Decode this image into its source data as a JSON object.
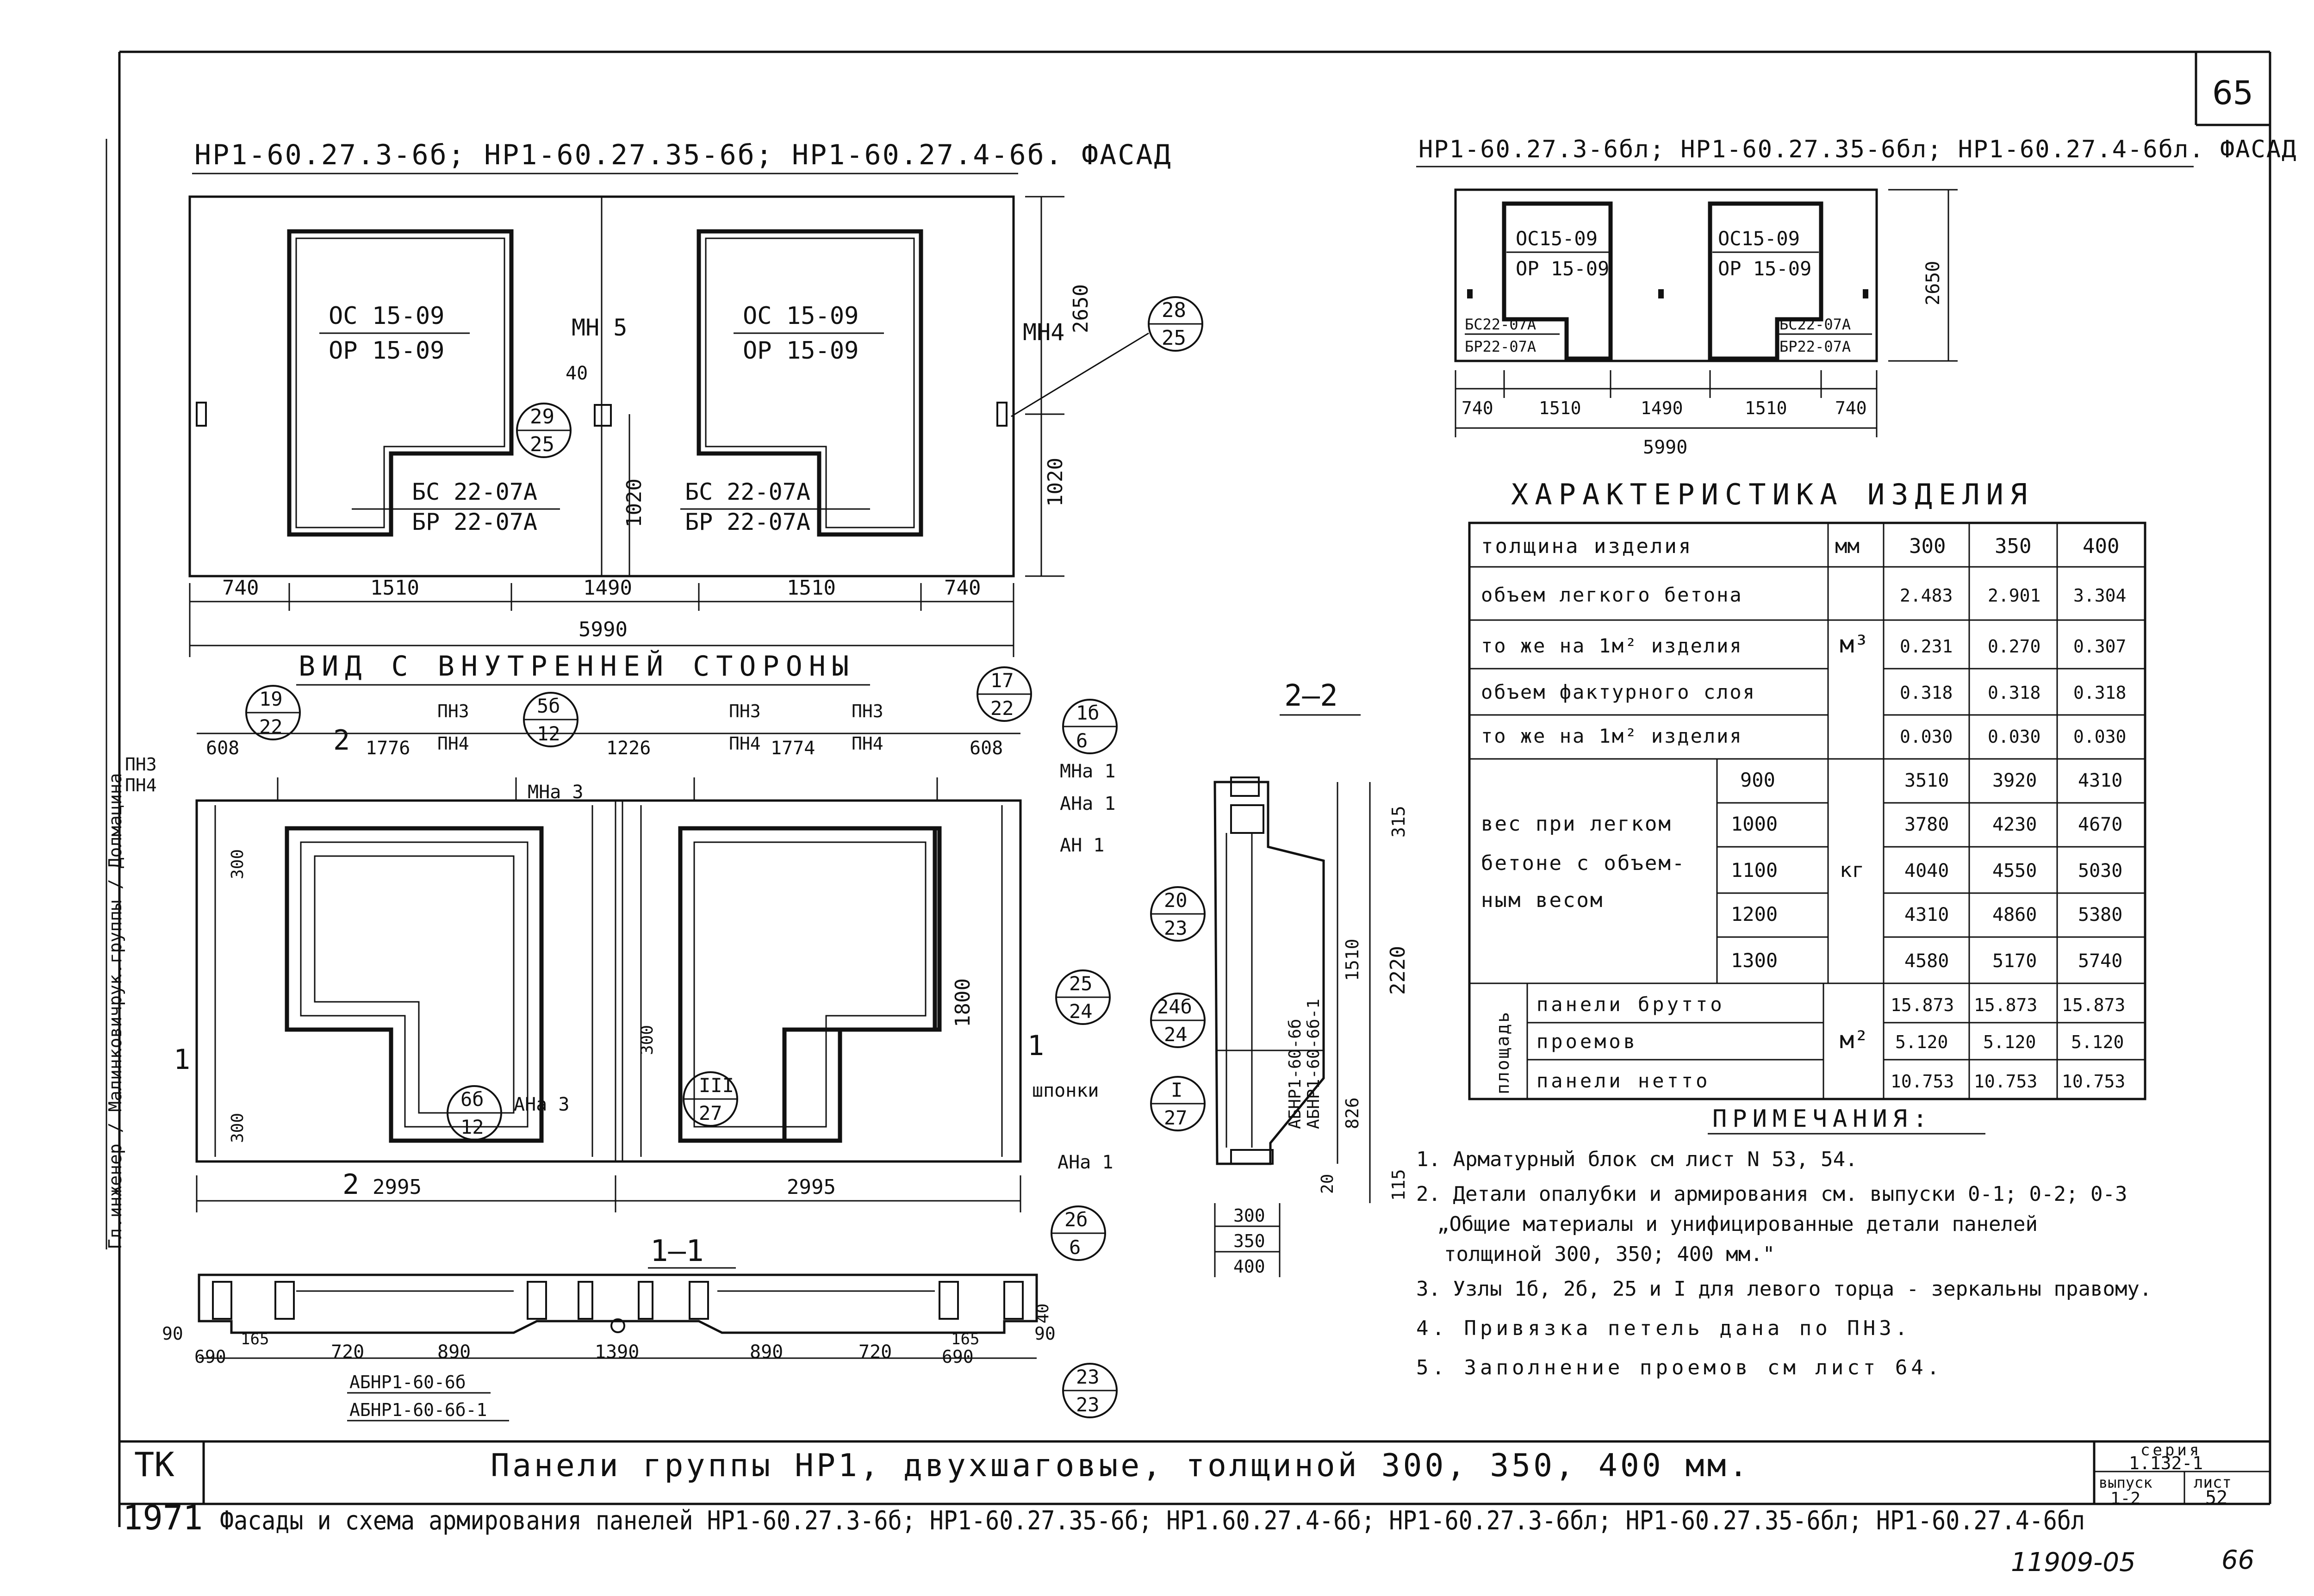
{
  "sheet": {
    "page_number": "65",
    "stamp_left": "ТК",
    "year": "1971",
    "title_main": "Панели группы НР1, двухшаговые, толщиной 300, 350, 400 мм.",
    "title_sub": "Фасады и схема армирования панелей НР1-60.27.3-6б; НР1-60.27.35-6б; НР1.60.27.4-6б; НР1-60.27.3-6бл; НР1-60.27.35-6бл; НР1-60.27.4-6бл",
    "series_label": "серия",
    "series_value": "1.132-1",
    "issue_label": "выпуск",
    "issue_value": "1-2",
    "sheet_label": "лист",
    "sheet_value": "52",
    "doc_code": "11909-05",
    "page_bottom": "66",
    "side_signatures": "Гл.инженер / Малинковичрук.группы / Долмацина"
  },
  "facade_left": {
    "title": "НР1-60.27.3-6б; НР1-60.27.35-6б; НР1-60.27.4-6б. ФАСАД",
    "opening_labels": [
      "ОС 15-09",
      "ОР 15-09"
    ],
    "door_labels": [
      "БС 22-07А",
      "БР 22-07А"
    ],
    "mark_mn5": "МН 5",
    "mark_mn4": "МН4",
    "dim_40": "40",
    "dim_height": "2650",
    "dim_1020a": "1020",
    "dim_1020b": "1020",
    "dims_bottom": [
      "740",
      "1510",
      "1490",
      "1510",
      "740"
    ],
    "dim_total": "5990",
    "callout_28_25": [
      "28",
      "25"
    ],
    "callout_29_25": [
      "29",
      "25"
    ]
  },
  "facade_right": {
    "title": "НР1-60.27.3-6бл; НР1-60.27.35-6бл; НР1-60.27.4-6бл. ФАСАД",
    "opening_labels": [
      "ОС15-09",
      "ОР 15-09"
    ],
    "door_labels": [
      "БС22-07А",
      "БР22-07А"
    ],
    "dim_height": "2650",
    "dims_bottom": [
      "740",
      "1510",
      "1490",
      "1510",
      "740"
    ],
    "dim_total": "5990"
  },
  "inner_view": {
    "title": "ВИД С ВНУТРЕННЕЙ СТОРОНЫ",
    "dims_top": [
      "608",
      "1776",
      "1226",
      "1774",
      "608"
    ],
    "loop_labels": [
      "ПН3",
      "ПН4"
    ],
    "marks": [
      "МНа 3",
      "МНа 1",
      "АНа 1",
      "АН 1",
      "АНа 3",
      "шпонки",
      "АНа 1"
    ],
    "dims_side": [
      "300",
      "300",
      "300",
      "1800"
    ],
    "dims_bottom": [
      "2995",
      "2995"
    ],
    "callouts": [
      [
        "19",
        "22"
      ],
      [
        "5б",
        "12"
      ],
      [
        "17",
        "22"
      ],
      [
        "1б",
        "6"
      ],
      [
        "25",
        "24"
      ],
      [
        "6б",
        "12"
      ],
      [
        "III",
        "27"
      ],
      [
        "I",
        "27"
      ],
      [
        "2б",
        "6"
      ]
    ],
    "section_marks": [
      "1",
      "1",
      "2",
      "2"
    ]
  },
  "section_1_1": {
    "title": "1—1",
    "dims": [
      "90",
      "165",
      "690",
      "720",
      "890",
      "1390",
      "890",
      "720",
      "165",
      "690",
      "40",
      "90"
    ],
    "labels": [
      "АБНР1-60-6б",
      "АБНР1-60-6б-1"
    ],
    "callout": [
      "23",
      "23"
    ]
  },
  "section_2_2": {
    "title": "2—2",
    "labels": [
      "АБНР1-60-6б",
      "АБНР1-60-6б-1"
    ],
    "dims_right": [
      "315",
      "1510",
      "2220",
      "826",
      "115"
    ],
    "dims_bottom": [
      "300",
      "350",
      "400",
      "20"
    ],
    "callouts": [
      [
        "20",
        "23"
      ],
      [
        "24б",
        "24"
      ]
    ]
  },
  "characteristics": {
    "title": "ХАРАКТЕРИСТИКА ИЗДЕЛИЯ",
    "header": [
      "толщина изделия",
      "мм",
      "300",
      "350",
      "400"
    ],
    "rows": [
      {
        "label": "объем легкого бетона",
        "unit": "м³",
        "values": [
          "2.483",
          "2.901",
          "3.304"
        ]
      },
      {
        "label": "то же на 1м² изделия",
        "unit": "",
        "values": [
          "0.231",
          "0.270",
          "0.307"
        ]
      },
      {
        "label": "объем фактурного слоя",
        "unit": "",
        "values": [
          "0.318",
          "0.318",
          "0.318"
        ]
      },
      {
        "label": "то же на 1м² изделия",
        "unit": "",
        "values": [
          "0.030",
          "0.030",
          "0.030"
        ]
      }
    ],
    "weight_label": [
      "вес при легком",
      "бетоне с объем-",
      "ным весом"
    ],
    "weight_unit": "кг",
    "weight_rows": [
      {
        "density": "900",
        "values": [
          "3510",
          "3920",
          "4310"
        ]
      },
      {
        "density": "1000",
        "values": [
          "3780",
          "4230",
          "4670"
        ]
      },
      {
        "density": "1100",
        "values": [
          "4040",
          "4550",
          "5030"
        ]
      },
      {
        "density": "1200",
        "values": [
          "4310",
          "4860",
          "5380"
        ]
      },
      {
        "density": "1300",
        "values": [
          "4580",
          "5170",
          "5740"
        ]
      }
    ],
    "area_label": "площадь",
    "area_unit": "м²",
    "area_rows": [
      {
        "label": "панели брутто",
        "values": [
          "15.873",
          "15.873",
          "15.873"
        ]
      },
      {
        "label": "проемов",
        "values": [
          "5.120",
          "5.120",
          "5.120"
        ]
      },
      {
        "label": "панели нетто",
        "values": [
          "10.753",
          "10.753",
          "10.753"
        ]
      }
    ]
  },
  "notes": {
    "title": "ПРИМЕЧАНИЯ:",
    "items": [
      "1. Арматурный блок см лист N 53, 54.",
      "2. Детали опалубки и армирования см. выпуски 0-1; 0-2; 0-3",
      "„Общие материалы и унифицированные детали панелей",
      "толщиной 300, 350; 400 мм.\"",
      "3. Узлы 1б, 2б, 25 и I для левого торца - зеркальны правому.",
      "4. Привязка петель дана по ПН3.",
      "5. Заполнение проемов см лист 64."
    ]
  }
}
